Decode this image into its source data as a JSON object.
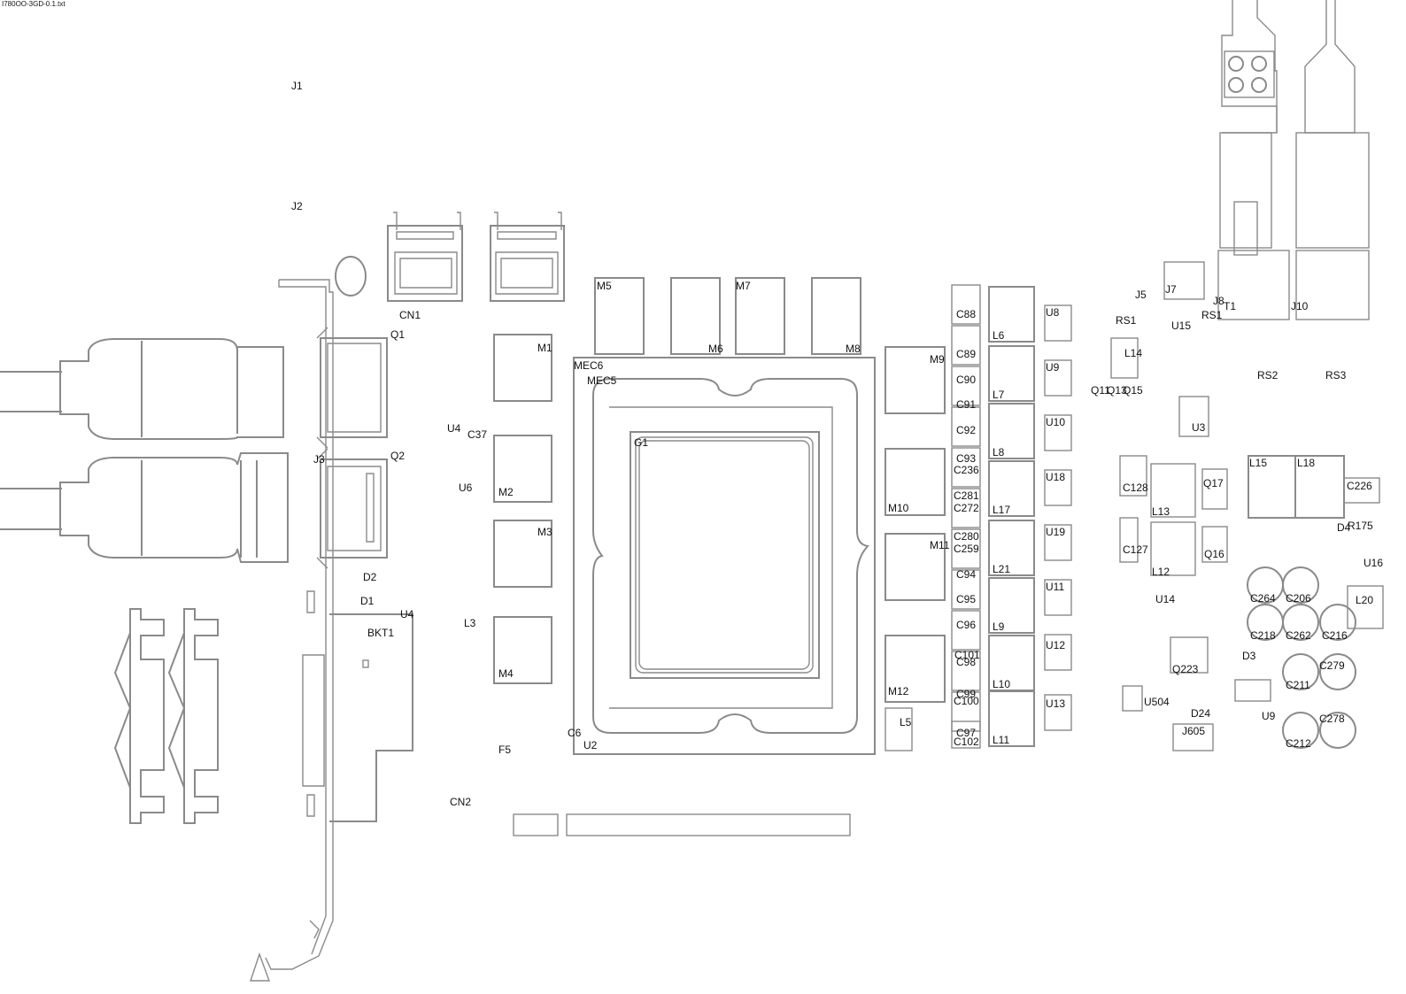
{
  "file_title": "I780OO-3GD-0.1.txt",
  "component_labels": {
    "J1": "J1",
    "J2": "J2",
    "J3": "J3",
    "CN1": "CN1",
    "CN2": "CN2",
    "BKT1": "BKT1",
    "Q1": "Q1",
    "Q2": "Q2",
    "D2": "D2",
    "D1": "D1",
    "U4": "U4",
    "U4_rot": "U4",
    "C37": "C37",
    "U6": "U6",
    "L3": "L3",
    "F5": "F5",
    "C6": "C6",
    "U2": "U2",
    "M1": "M1",
    "M2": "M2",
    "M3": "M3",
    "M4": "M4",
    "M5": "M5",
    "M6": "M6",
    "M7": "M7",
    "M8": "M8",
    "M9": "M9",
    "M10": "M10",
    "M11": "M11",
    "M12": "M12",
    "MEC6": "MEC6",
    "MEC5": "MEC5",
    "G1": "G1",
    "L5": "L5",
    "C88": "C88",
    "C89": "C89",
    "C90": "C90",
    "C91": "C91",
    "C92": "C92",
    "C93": "C93",
    "C236": "C236",
    "C281": "C281",
    "C272": "C272",
    "C280": "C280",
    "C259": "C259",
    "C94": "C94",
    "C95": "C95",
    "C96": "C96",
    "C101": "C101",
    "C98": "C98",
    "C99": "C99",
    "C100": "C100",
    "C97": "C97",
    "C102": "C102",
    "L6": "L6",
    "L7": "L7",
    "L8": "L8",
    "L17": "L17",
    "L21": "L21",
    "L9": "L9",
    "L10": "L10",
    "L11": "L11",
    "U8": "U8",
    "U9": "U9",
    "U10": "U10",
    "U18": "U18",
    "U19": "U19",
    "U11": "U11",
    "U12": "U12",
    "U13": "U13",
    "J5": "J5",
    "J7": "J7",
    "J8": "J8",
    "T1": "T1",
    "J10": "J10",
    "RS1": "RS1",
    "RS2": "RS2",
    "RS3": "RS3",
    "L14": "L14",
    "U3": "U3",
    "U15": "U15",
    "C128": "C128",
    "C127": "C127",
    "L13": "L13",
    "L12": "L12",
    "Q17": "Q17",
    "Q16": "Q16",
    "L15": "L15",
    "L18": "L18",
    "C226": "C226",
    "D4": "D4",
    "U16": "U16",
    "L20": "L20",
    "C264": "C264",
    "C206": "C206",
    "C218": "C218",
    "C262": "C262",
    "C216": "C216",
    "C211": "C211",
    "C279": "C279",
    "C212": "C212",
    "C278": "C278",
    "Q223": "Q223",
    "U14": "U14",
    "D3": "D3",
    "J605": "J605",
    "U504": "U504",
    "D24": "D24",
    "U9b": "U9",
    "RS1_small": "RS1",
    "R175": "R175",
    "Q11": "Q11",
    "Q13": "Q13",
    "Q15": "Q15"
  }
}
